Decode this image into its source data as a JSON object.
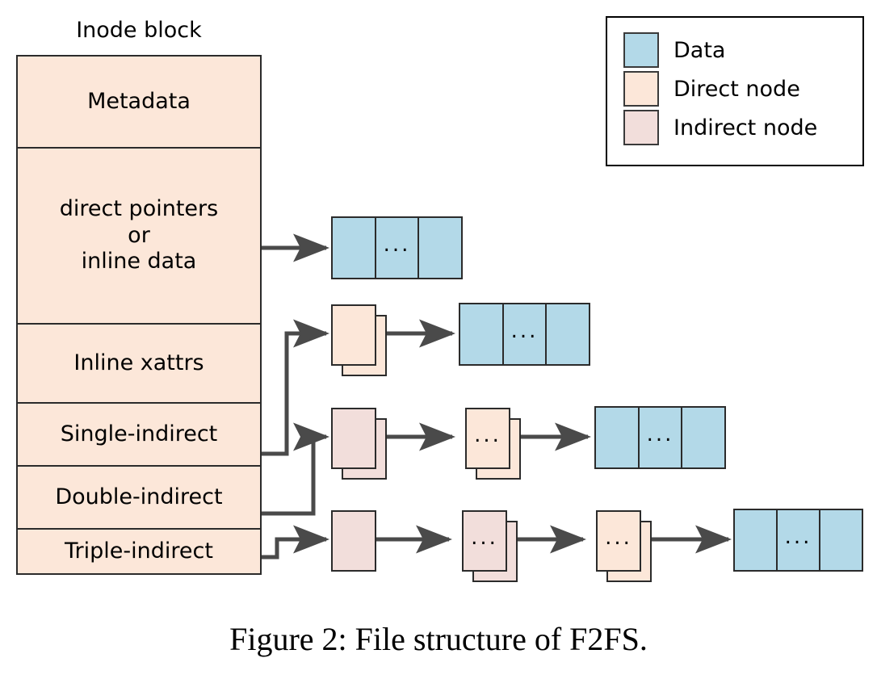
{
  "figure": {
    "caption": "Figure 2: File structure of F2FS."
  },
  "colors": {
    "data": "#b3d9e8",
    "direct_node": "#fce7d9",
    "indirect_node": "#f2dedb",
    "stroke": "#2b2b2b",
    "arrow": "#4a4a4a",
    "background": "#ffffff"
  },
  "inode": {
    "title": "Inode block",
    "rows": [
      {
        "label": "Metadata"
      },
      {
        "label": "direct pointers\nor\ninline data"
      },
      {
        "label": "Inline xattrs"
      },
      {
        "label": "Single-indirect"
      },
      {
        "label": "Double-indirect"
      },
      {
        "label": "Triple-indirect"
      }
    ]
  },
  "legend": {
    "items": [
      {
        "label": "Data",
        "color": "#b3d9e8"
      },
      {
        "label": "Direct node",
        "color": "#fce7d9"
      },
      {
        "label": "Indirect node",
        "color": "#f2dedb"
      }
    ]
  },
  "ellipsis": "...",
  "chains": [
    {
      "name": "direct-pointer-chain",
      "source": "direct pointers or inline data",
      "nodes": [
        {
          "kind": "data-blocks",
          "cells": [
            "",
            "...",
            ""
          ]
        }
      ]
    },
    {
      "name": "inline-xattrs-chain",
      "source": "Inline xattrs",
      "nodes": [
        {
          "kind": "direct-node",
          "stacked": true,
          "label": ""
        },
        {
          "kind": "data-blocks",
          "cells": [
            "",
            "...",
            ""
          ]
        }
      ]
    },
    {
      "name": "single-indirect-chain",
      "source": "Single-indirect",
      "nodes": [
        {
          "kind": "indirect-node",
          "stacked": true,
          "label": ""
        },
        {
          "kind": "direct-node",
          "stacked": true,
          "label": "..."
        },
        {
          "kind": "data-blocks",
          "cells": [
            "",
            "...",
            ""
          ]
        }
      ]
    },
    {
      "name": "double-indirect-chain",
      "source": "Double-indirect",
      "nodes": [
        {
          "kind": "indirect-node",
          "stacked": false,
          "label": ""
        },
        {
          "kind": "indirect-node",
          "stacked": true,
          "label": "..."
        },
        {
          "kind": "direct-node",
          "stacked": true,
          "label": "..."
        },
        {
          "kind": "data-blocks",
          "cells": [
            "",
            "...",
            ""
          ]
        }
      ]
    }
  ]
}
